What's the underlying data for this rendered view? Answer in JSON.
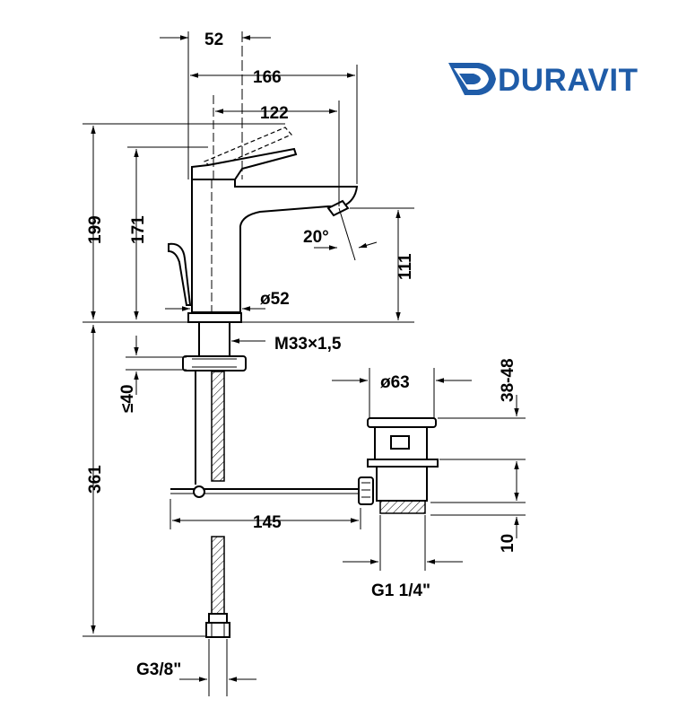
{
  "brand": {
    "name": "DURAVIT",
    "color": "#1f5ca8",
    "logo_icon": "duravit-d-icon"
  },
  "dimensions": {
    "spout_base_width": "52",
    "total_reach": "166",
    "spout_reach": "122",
    "total_height": "199",
    "body_height": "171",
    "spout_angle": "20°",
    "spout_height": "111",
    "body_diameter": "ø52",
    "thread": "M33×1,5",
    "counter_thickness": "≤40",
    "supply_length": "361",
    "waste_diameter": "ø63",
    "counter_range": "38-48",
    "rod_length": "145",
    "waste_thread_length": "10",
    "waste_thread": "G1 1/4\"",
    "hose_thread": "G3/8\""
  }
}
